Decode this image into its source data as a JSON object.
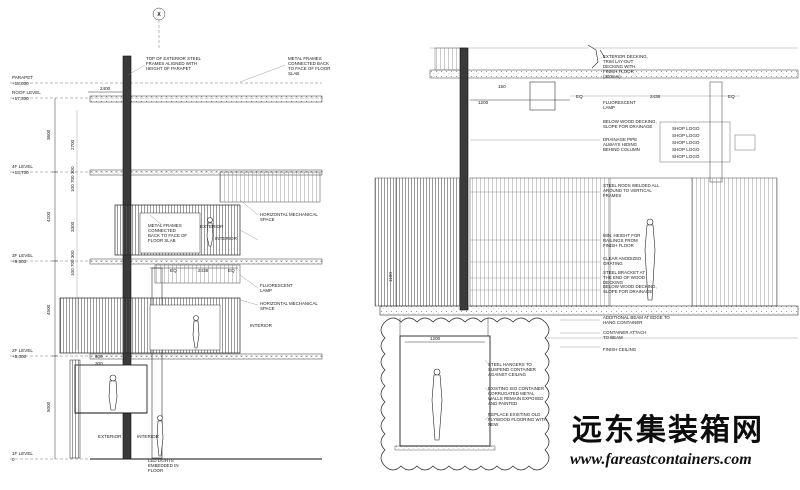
{
  "grid_marker": "X",
  "left_section": {
    "levels": [
      {
        "name": "PARAPET",
        "value": "+18,000"
      },
      {
        "name": "ROOF LEVEL",
        "value": "+17,300"
      },
      {
        "name": "4F LEVEL",
        "value": "+13,700"
      },
      {
        "name": "3F LEVEL",
        "value": "+9,500"
      },
      {
        "name": "2F LEVEL",
        "value": "+5,000"
      },
      {
        "name": "1F LEVEL",
        "value": "0"
      }
    ],
    "dims": [
      "3600",
      "4200",
      "4500",
      "5000"
    ],
    "inner_dims": [
      "2700",
      "100 700 300",
      "3300",
      "100 700 300"
    ],
    "top_dim": "2400",
    "eq_dims": [
      "EQ",
      "2438",
      "EQ"
    ],
    "small_dims": [
      "600",
      "300"
    ],
    "notes": {
      "top_exterior": "TOP OF EXTERIOR STEEL FRAMES ALIGNED WITH HEIGHT OF PARAPET",
      "metal_frames_top": "METAL FRAMES CONNECTED BACK TO FACE OF FLOOR SLAB",
      "metal_frames_mid": "METAL FRAMES CONNECTED BACK TO FACE OF FLOOR SLAB",
      "exterior_label": "EXTERIOR",
      "interior_labels": [
        "INTERIOR",
        "INTERIOR"
      ],
      "mech_space_1": "HORIZONTAL MECHANICAL SPACE",
      "fluorescent": "FLUORESCENT LAMP",
      "mech_space_2": "HORIZONTAL MECHANICAL SPACE",
      "exterior_bottom": "EXTERIOR",
      "interior_bottom": "INTERIOR",
      "led_lights": "LED LIGHTS EMBEDDED IN FLOOR"
    }
  },
  "right_section": {
    "top_dims": [
      "150",
      "1200",
      "2438",
      "EQ",
      "EQ"
    ],
    "side_dim": "1100",
    "bottom_dim": "1200",
    "shop_logos": [
      "SHOP LOGO",
      "SHOP LOGO",
      "SHOP LOGO",
      "SHOP LOGO",
      "SHOP LOGO"
    ],
    "notes": {
      "exterior_decking": "EXTERIOR DECKING, TRIM LAY-OUT DECKING WITH FINISH FLOOR (300mm)",
      "fluorescent": "FLUORESCENT LAMP",
      "below_wood_1": "BELOW WOOD DECKING, SLOPE FOR DRAINAGE",
      "drainage_pipe": "DRAINAGE PIPE ALWAYS HIDING BEHIND COLUMN",
      "steel_rods": "STEEL RODS WELDED ALL AROUND TO VERTICAL FRAMES",
      "min_height": "MIN. HEIGHT FOR RAILINGS FROM FINISH FLOOR",
      "clear_anodized": "CLEAR ANODIZED GRATING",
      "steel_bracket": "STEEL BRACKET AT THE END OF WOOD DECKING",
      "below_wood_2": "BELOW WOOD DECKING, SLOPE FOR DRAINAGE",
      "additional_beam": "ADDITIONAL BEAM AT EDGE TO HANG CONTAINER",
      "container": "CONTAINER ATTACH TO BEAM",
      "finish_ceiling": "FINISH CEILING",
      "steel_hangers": "STEEL HANGERS TO SUSPEND CONTAINER AGAINST CEILING",
      "existing_iso": "EXISTING ISO CONTAINER CORRUGATED METAL WALLS REMAIN EXPOSED AND PAINTED",
      "replace_existing": "REPLACE EXISTING OLD PLYWOOD FLOORING WITH NEW"
    }
  },
  "watermark": {
    "chinese": "远东集装箱网",
    "url": "www.fareastcontainers.com"
  }
}
